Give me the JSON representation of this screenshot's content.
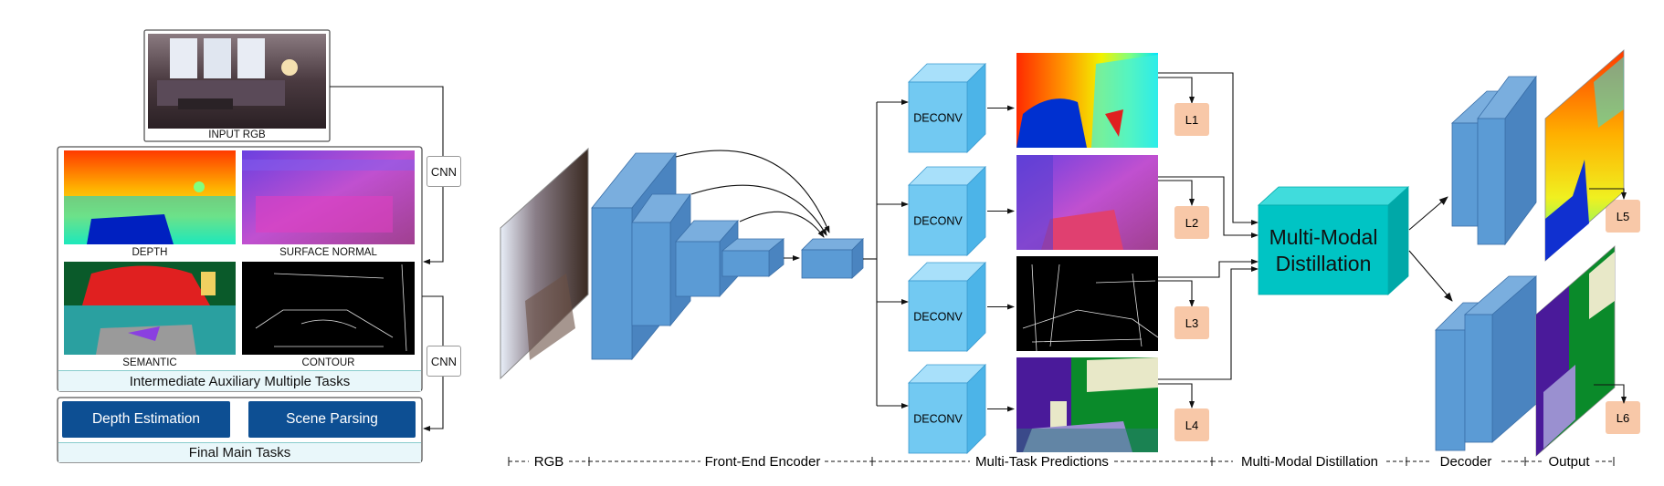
{
  "left_panel": {
    "input_caption": "INPUT RGB",
    "cnn_top": "CNN",
    "cnn_bottom": "CNN",
    "aux_captions": [
      "DEPTH",
      "SURFACE NORMAL",
      "SEMANTIC",
      "CONTOUR"
    ],
    "aux_band": "Intermediate Auxiliary Multiple Tasks",
    "main_tasks": [
      "Depth Estimation",
      "Scene Parsing"
    ],
    "main_band": "Final Main Tasks"
  },
  "pipeline": {
    "deconv_label": "DECONV",
    "loss_labels": [
      "L1",
      "L2",
      "L3",
      "L4",
      "L5",
      "L6"
    ],
    "distillation_label_line1": "Multi-Modal",
    "distillation_label_line2": "Distillation"
  },
  "stages": [
    "RGB",
    "Front-End Encoder",
    "Multi-Task Predictions",
    "Multi-Modal Distillation",
    "Decoder",
    "Output"
  ],
  "colors": {
    "block": "#5b9bd5",
    "deconv": "#72c9f2",
    "distill": "#00c4c4",
    "loss": "#f8c8a8",
    "main_task": "#0d4f93",
    "band": "#e9f7fa"
  }
}
